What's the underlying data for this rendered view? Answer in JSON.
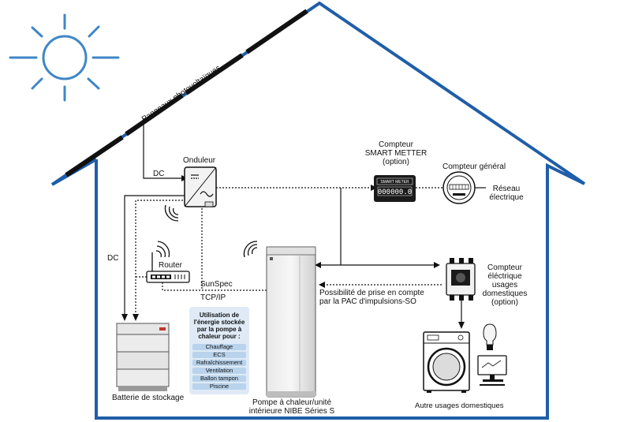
{
  "colors": {
    "house": "#1f5ea8",
    "sun": "#3f86c7",
    "line": "#111111",
    "usage_box": "#dfeaf6",
    "usage_item": "#b9d3ec"
  },
  "labels": {
    "solar_panels": "Panneaux photovoltaïques",
    "inverter": "Onduleur",
    "dc_top": "DC",
    "dc_left": "DC",
    "smart_meter": [
      "Compteur",
      "SMART METTER",
      "(option)"
    ],
    "smart_meter_screen": "SMART METER",
    "smart_meter_digits": "000000.0",
    "main_meter": "Compteur général",
    "grid": [
      "Réseau",
      "électrique"
    ],
    "router": "Router",
    "sunspec": "SunSpec",
    "tcpip": "TCP/IP",
    "pulse_note": [
      "Possibilité de prise en compte",
      "par la PAC d'impulsions-SO"
    ],
    "domestic_meter": [
      "Compteur",
      "éléctrique",
      "usages",
      "domestiques",
      "(option)"
    ],
    "battery": "Batterie de stockage",
    "heat_pump": [
      "Pompe à chaleur/unité",
      "intérieure NIBE Séries S"
    ],
    "other_uses": "Autre usages domestiques"
  },
  "usage": {
    "title": "Utilisation de l'énergie stockée par la pompe à chaleur pour :",
    "items": [
      "Chauffage",
      "ECS",
      "Rafraîchissement",
      "Ventilation",
      "Ballon tampon",
      "Piscine"
    ]
  }
}
